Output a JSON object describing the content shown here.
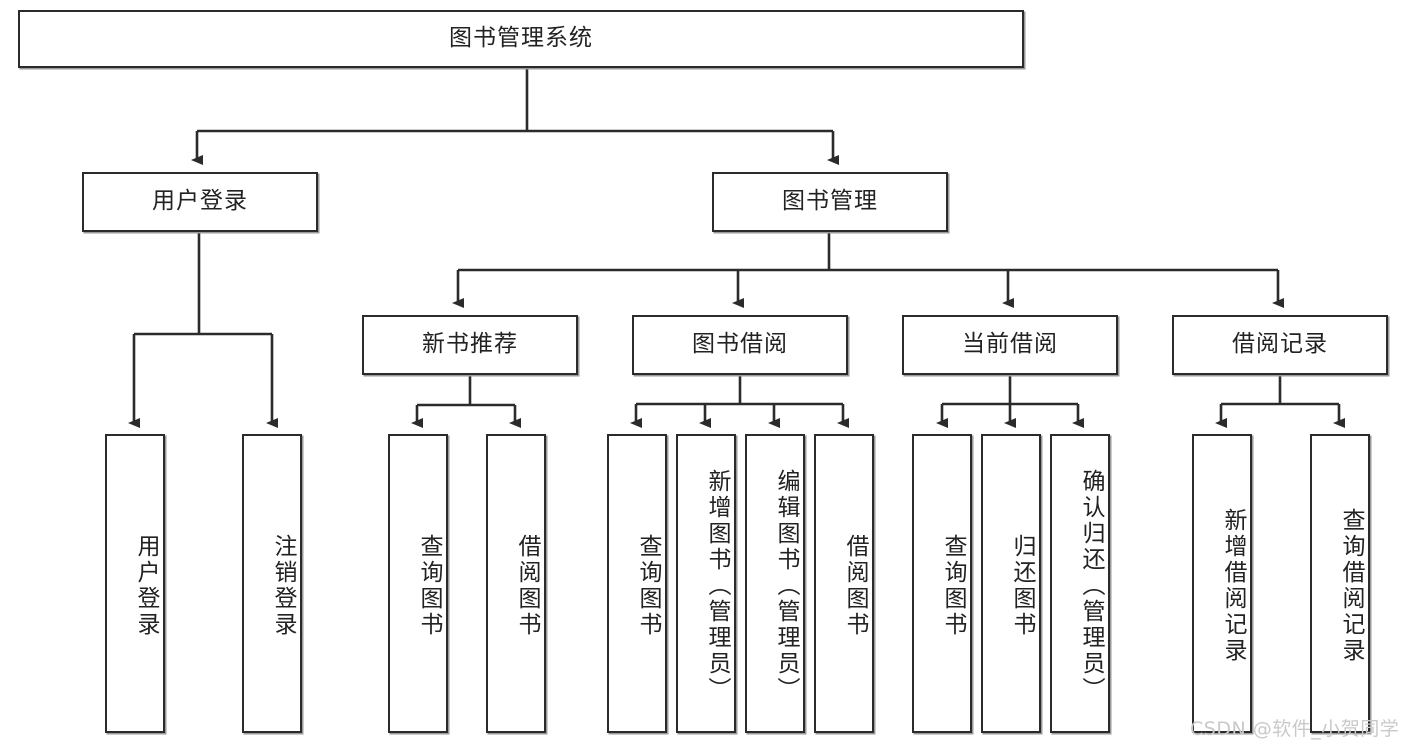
{
  "diagram": {
    "title": "图书管理系统",
    "watermark": "CSDN @软件_小贺同学",
    "line_color": "#2b2b2b",
    "box_fill": "#ffffff",
    "text_color": "#222222"
  },
  "root": {
    "label": "图书管理系统"
  },
  "tier1": [
    {
      "label": "用户登录"
    },
    {
      "label": "图书管理"
    }
  ],
  "tier2": [
    {
      "label": "新书推荐"
    },
    {
      "label": "图书借阅"
    },
    {
      "label": "当前借阅"
    },
    {
      "label": "借阅记录"
    }
  ],
  "leaves": {
    "user_login": [
      {
        "label": "用户登录"
      },
      {
        "label": "注销登录"
      }
    ],
    "new_book": [
      {
        "label": "查询图书"
      },
      {
        "label": "借阅图书"
      }
    ],
    "borrow": [
      {
        "label": "查询图书"
      },
      {
        "label": "新增图书（管理员）"
      },
      {
        "label": "编辑图书（管理员）"
      },
      {
        "label": "借阅图书"
      }
    ],
    "current": [
      {
        "label": "查询图书"
      },
      {
        "label": "归还图书"
      },
      {
        "label": "确认归还（管理员）"
      }
    ],
    "records": [
      {
        "label": "新增借阅记录"
      },
      {
        "label": "查询借阅记录"
      }
    ]
  }
}
